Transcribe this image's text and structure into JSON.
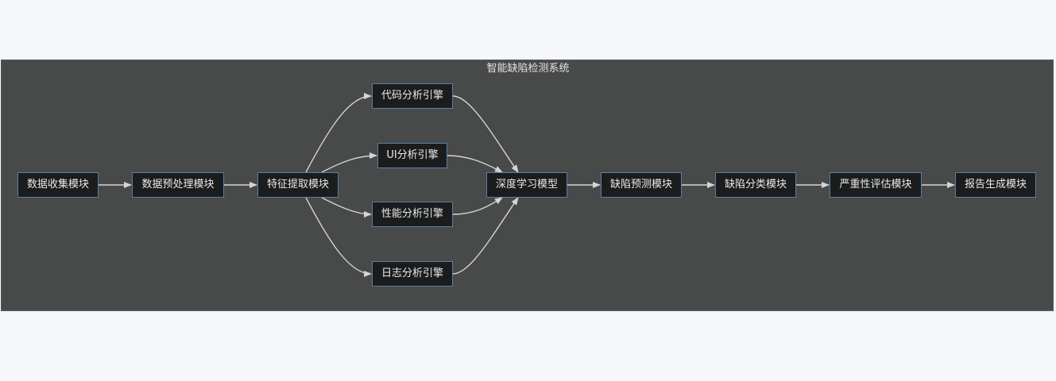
{
  "diagram": {
    "title": "智能缺陷检测系统",
    "nodes": [
      {
        "id": "n1",
        "label": "数据收集模块"
      },
      {
        "id": "n2",
        "label": "数据预处理模块"
      },
      {
        "id": "n3",
        "label": "特征提取模块"
      },
      {
        "id": "n4",
        "label": "代码分析引擎"
      },
      {
        "id": "n5",
        "label": "UI分析引擎"
      },
      {
        "id": "n6",
        "label": "性能分析引擎"
      },
      {
        "id": "n7",
        "label": "日志分析引擎"
      },
      {
        "id": "n8",
        "label": "深度学习模型"
      },
      {
        "id": "n9",
        "label": "缺陷预测模块"
      },
      {
        "id": "n10",
        "label": "缺陷分类模块"
      },
      {
        "id": "n11",
        "label": "严重性评估模块"
      },
      {
        "id": "n12",
        "label": "报告生成模块"
      }
    ],
    "edges": [
      {
        "from": "n1",
        "to": "n2"
      },
      {
        "from": "n2",
        "to": "n3"
      },
      {
        "from": "n3",
        "to": "n4"
      },
      {
        "from": "n3",
        "to": "n5"
      },
      {
        "from": "n3",
        "to": "n6"
      },
      {
        "from": "n3",
        "to": "n7"
      },
      {
        "from": "n4",
        "to": "n8"
      },
      {
        "from": "n5",
        "to": "n8"
      },
      {
        "from": "n6",
        "to": "n8"
      },
      {
        "from": "n7",
        "to": "n8"
      },
      {
        "from": "n8",
        "to": "n9"
      },
      {
        "from": "n9",
        "to": "n10"
      },
      {
        "from": "n10",
        "to": "n11"
      },
      {
        "from": "n11",
        "to": "n12"
      }
    ],
    "colors": {
      "panel_background": "#484949",
      "node_fill": "#1b1c1d",
      "node_border": "#5b7fa6",
      "edge": "#d4d4d4",
      "text": "#eaeaea"
    }
  }
}
